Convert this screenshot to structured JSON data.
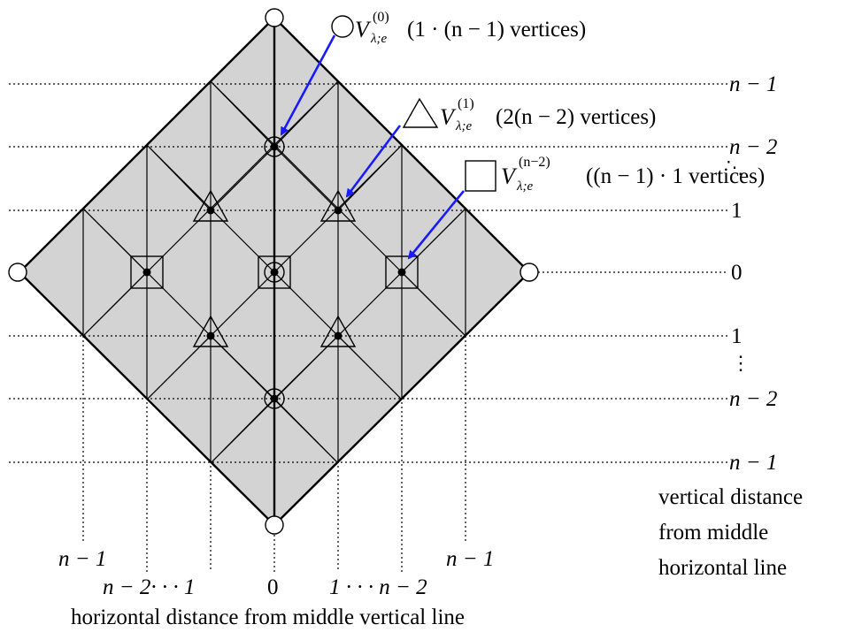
{
  "legend": {
    "circle": {
      "symbol": "V",
      "superscript": "(0)",
      "subscript": "λ;e",
      "count_text": "(1 · (n − 1) vertices)"
    },
    "triangle": {
      "symbol": "V",
      "superscript": "(1)",
      "subscript": "λ;e",
      "count_text": "(2(n − 2) vertices)"
    },
    "square": {
      "symbol": "V",
      "superscript": "(n−2)",
      "subscript": "λ;e",
      "count_text": "((n − 1) · 1 vertices)"
    }
  },
  "right_axis": {
    "labels": [
      "n − 1",
      "n − 2",
      "1",
      "0",
      "1",
      "n − 2",
      "n − 1"
    ],
    "ellipsis_top": "⋱",
    "ellipsis_bottom": "⋮",
    "caption_lines": [
      "vertical distance",
      "from middle",
      "horizontal line"
    ]
  },
  "bottom_axis": {
    "left_outer": "n − 1",
    "left_inner": "n − 2· · · 1",
    "middle": "0",
    "right_inner": "1 · · · n − 2",
    "right_outer": "n − 1",
    "caption": "horizontal distance from middle vertical line"
  },
  "colors": {
    "fill": "#d3d3d3",
    "arrow": "#1a1aff",
    "line": "#000000"
  }
}
